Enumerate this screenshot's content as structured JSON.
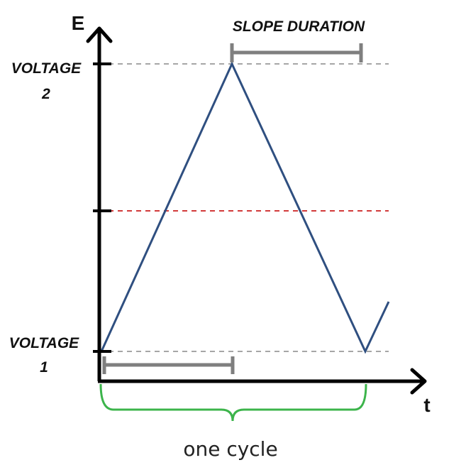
{
  "axes": {
    "y_label": "E",
    "x_label": "t"
  },
  "levels": {
    "voltage2_line1": "VOLTAGE",
    "voltage2_line2": "2",
    "voltage1_line1": "VOLTAGE",
    "voltage1_line2": "1"
  },
  "annotations": {
    "slope_duration": "SLOPE DURATION",
    "one_cycle": "one cycle"
  },
  "colors": {
    "waveform": "#2f4f80",
    "axes": "#000000",
    "guide_dashed": "#a6a6a6",
    "midline_dashed": "#d23a3a",
    "bracket": "#7f7f7f",
    "cycle_brace": "#3cb44b"
  }
}
